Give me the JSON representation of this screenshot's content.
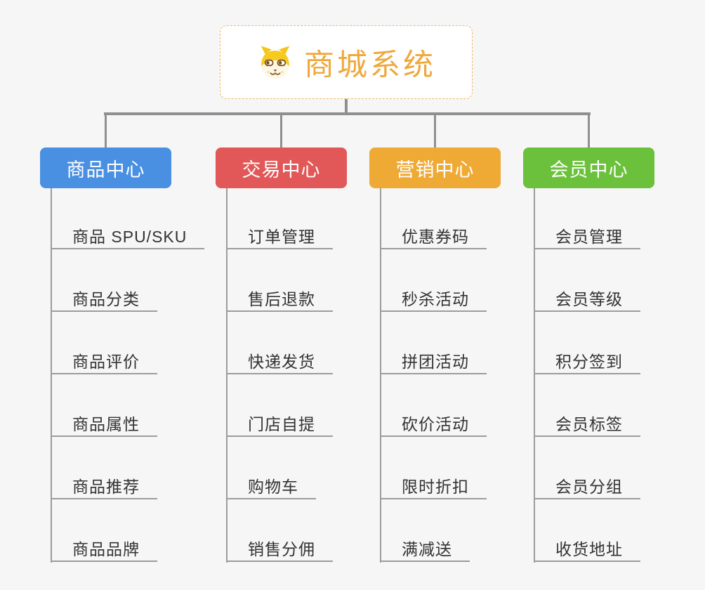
{
  "page": {
    "background": "#f6f6f6",
    "connector_color": "#8f8f8f",
    "leaf_line_color": "#9c9c9c",
    "leaf_text_color": "#333333"
  },
  "root": {
    "title": "商城系统",
    "icon": "dog-face-icon",
    "title_color": "#efa83c",
    "border_color": "#f0b465"
  },
  "tree": {
    "branches": [
      {
        "label": "商品中心",
        "color": "#4a90e2",
        "items": [
          "商品 SPU/SKU",
          "商品分类",
          "商品评价",
          "商品属性",
          "商品推荐",
          "商品品牌"
        ]
      },
      {
        "label": "交易中心",
        "color": "#e25757",
        "items": [
          "订单管理",
          "售后退款",
          "快递发货",
          "门店自提",
          "购物车",
          "销售分佣"
        ]
      },
      {
        "label": "营销中心",
        "color": "#efaa35",
        "items": [
          "优惠券码",
          "秒杀活动",
          "拼团活动",
          "砍价活动",
          "限时折扣",
          "满减送"
        ]
      },
      {
        "label": "会员中心",
        "color": "#6bc13b",
        "items": [
          "会员管理",
          "会员等级",
          "积分签到",
          "会员标签",
          "会员分组",
          "收货地址"
        ]
      }
    ]
  }
}
